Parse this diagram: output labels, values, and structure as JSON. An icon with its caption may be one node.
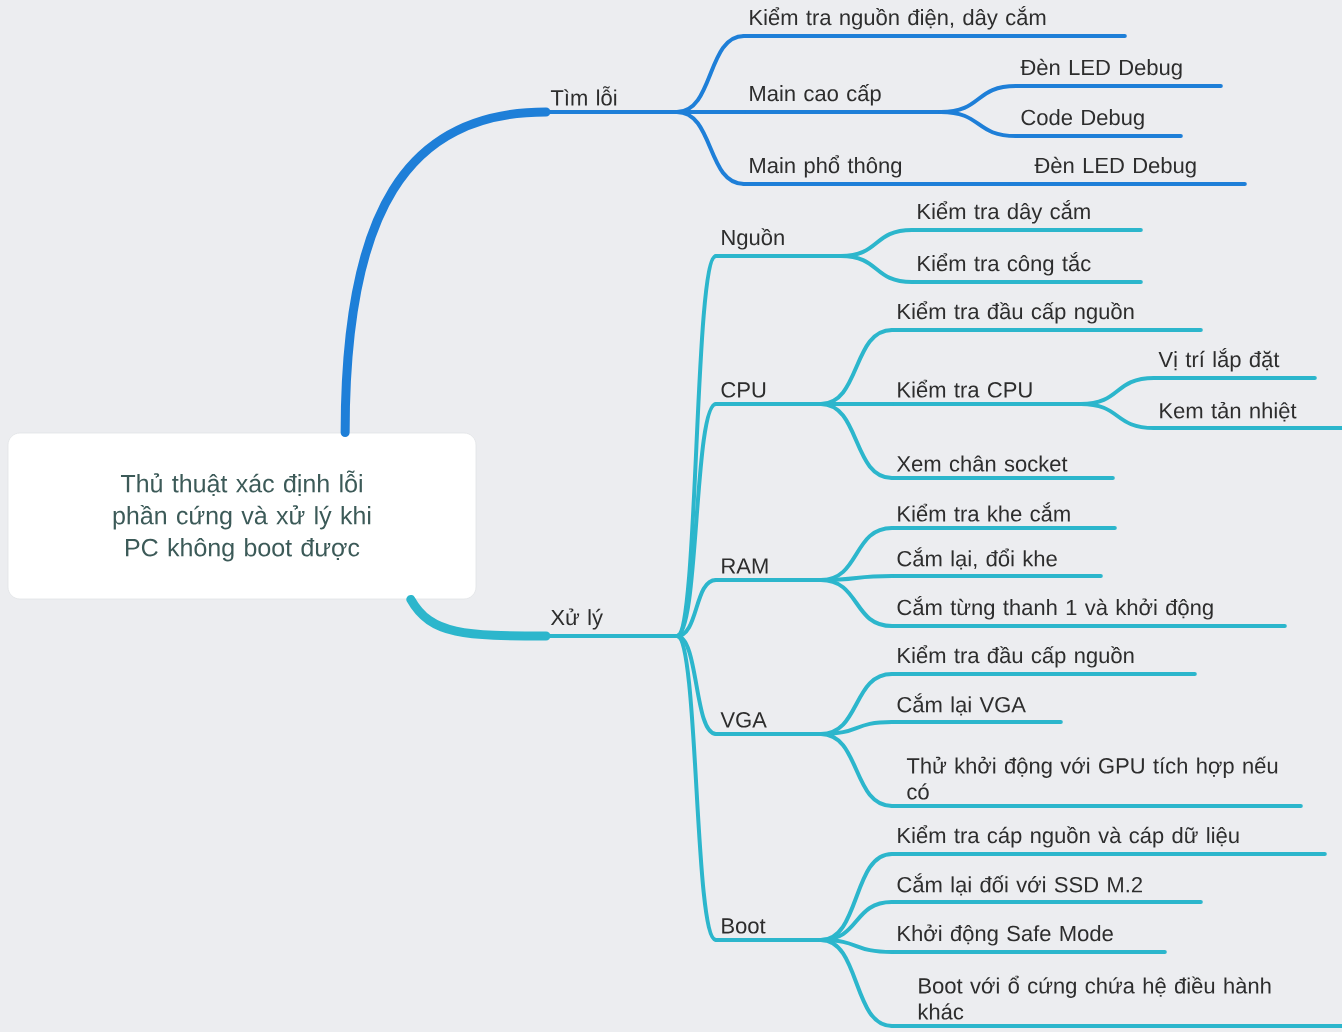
{
  "diagram": {
    "nodes": [
      {
        "text": [
          "Thủ thuật xác định lỗi phần cứng và xử lý khi PC không boot được"
        ]
      },
      {
        "text": [
          "Tìm lỗi"
        ]
      },
      {
        "text": [
          "Kiểm tra nguồn điện, dây cắm"
        ]
      },
      {
        "text": [
          "Main cao cấp"
        ]
      },
      {
        "text": [
          "Đèn LED Debug"
        ]
      },
      {
        "text": [
          "Code Debug"
        ]
      },
      {
        "text": [
          "Main phổ thông"
        ]
      },
      {
        "text": [
          "Đèn LED Debug"
        ]
      },
      {
        "text": [
          "Xử lý"
        ]
      },
      {
        "text": [
          "Nguồn"
        ]
      },
      {
        "text": [
          "Kiểm tra dây cắm"
        ]
      },
      {
        "text": [
          "Kiểm tra công tắc"
        ]
      },
      {
        "text": [
          "CPU"
        ]
      },
      {
        "text": [
          "Kiểm tra đầu cấp nguồn"
        ]
      },
      {
        "text": [
          "Kiểm tra CPU"
        ]
      },
      {
        "text": [
          "Vị trí lắp đặt"
        ]
      },
      {
        "text": [
          "Kem tản nhiệt"
        ]
      },
      {
        "text": [
          "Xem chân socket"
        ]
      },
      {
        "text": [
          "RAM"
        ]
      },
      {
        "text": [
          "Kiểm tra khe cắm"
        ]
      },
      {
        "text": [
          "Cắm lại, đổi khe"
        ]
      },
      {
        "text": [
          "Cắm từng thanh 1 và khởi động"
        ]
      },
      {
        "text": [
          "VGA"
        ]
      },
      {
        "text": [
          "Kiểm tra đầu cấp nguồn"
        ]
      },
      {
        "text": [
          "Cắm lại VGA"
        ]
      },
      {
        "text": [
          "Thử khởi động với GPU tích hợp nếu có"
        ]
      },
      {
        "text": [
          "Boot"
        ]
      },
      {
        "text": [
          "Kiểm tra cáp nguồn và cáp dữ liệu"
        ]
      },
      {
        "text": [
          "Cắm lại đối với SSD M.2"
        ]
      },
      {
        "text": [
          "Khởi động Safe Mode"
        ]
      },
      {
        "text": [
          "Boot với ổ cứng chứa hệ điều hành khác"
        ]
      }
    ],
    "edges": [
      {
        "from": 0,
        "to": 1,
        "arrow": "none",
        "style": "thick",
        "color": "#1e7fd8"
      },
      {
        "from": 1,
        "to": 2,
        "arrow": "none",
        "color": "#1e7fd8"
      },
      {
        "from": 1,
        "to": 3,
        "arrow": "none",
        "color": "#1e7fd8"
      },
      {
        "from": 3,
        "to": 4,
        "arrow": "none",
        "color": "#1e7fd8"
      },
      {
        "from": 3,
        "to": 5,
        "arrow": "none",
        "color": "#1e7fd8"
      },
      {
        "from": 1,
        "to": 6,
        "arrow": "none",
        "color": "#1e7fd8"
      },
      {
        "from": 6,
        "to": 7,
        "arrow": "none",
        "color": "#1e7fd8"
      },
      {
        "from": 0,
        "to": 8,
        "arrow": "none",
        "style": "thick"
      },
      {
        "from": 8,
        "to": 9,
        "arrow": "none"
      },
      {
        "from": 9,
        "to": 10,
        "arrow": "none"
      },
      {
        "from": 9,
        "to": 11,
        "arrow": "none"
      },
      {
        "from": 8,
        "to": 12,
        "arrow": "none"
      },
      {
        "from": 12,
        "to": 13,
        "arrow": "none"
      },
      {
        "from": 12,
        "to": 14,
        "arrow": "none"
      },
      {
        "from": 14,
        "to": 15,
        "arrow": "none"
      },
      {
        "from": 14,
        "to": 16,
        "arrow": "none"
      },
      {
        "from": 12,
        "to": 17,
        "arrow": "none"
      },
      {
        "from": 8,
        "to": 18,
        "arrow": "none"
      },
      {
        "from": 18,
        "to": 19,
        "arrow": "none"
      },
      {
        "from": 18,
        "to": 20,
        "arrow": "none"
      },
      {
        "from": 18,
        "to": 21,
        "arrow": "none"
      },
      {
        "from": 8,
        "to": 22,
        "arrow": "none"
      },
      {
        "from": 22,
        "to": 23,
        "arrow": "none"
      },
      {
        "from": 22,
        "to": 24,
        "arrow": "none"
      },
      {
        "from": 22,
        "to": 25,
        "arrow": "none"
      },
      {
        "from": 8,
        "to": 26,
        "arrow": "none"
      },
      {
        "from": 26,
        "to": 27,
        "arrow": "none"
      },
      {
        "from": 26,
        "to": 28,
        "arrow": "none"
      },
      {
        "from": 26,
        "to": 29,
        "arrow": "none"
      },
      {
        "from": 26,
        "to": 30,
        "arrow": "none"
      }
    ]
  }
}
